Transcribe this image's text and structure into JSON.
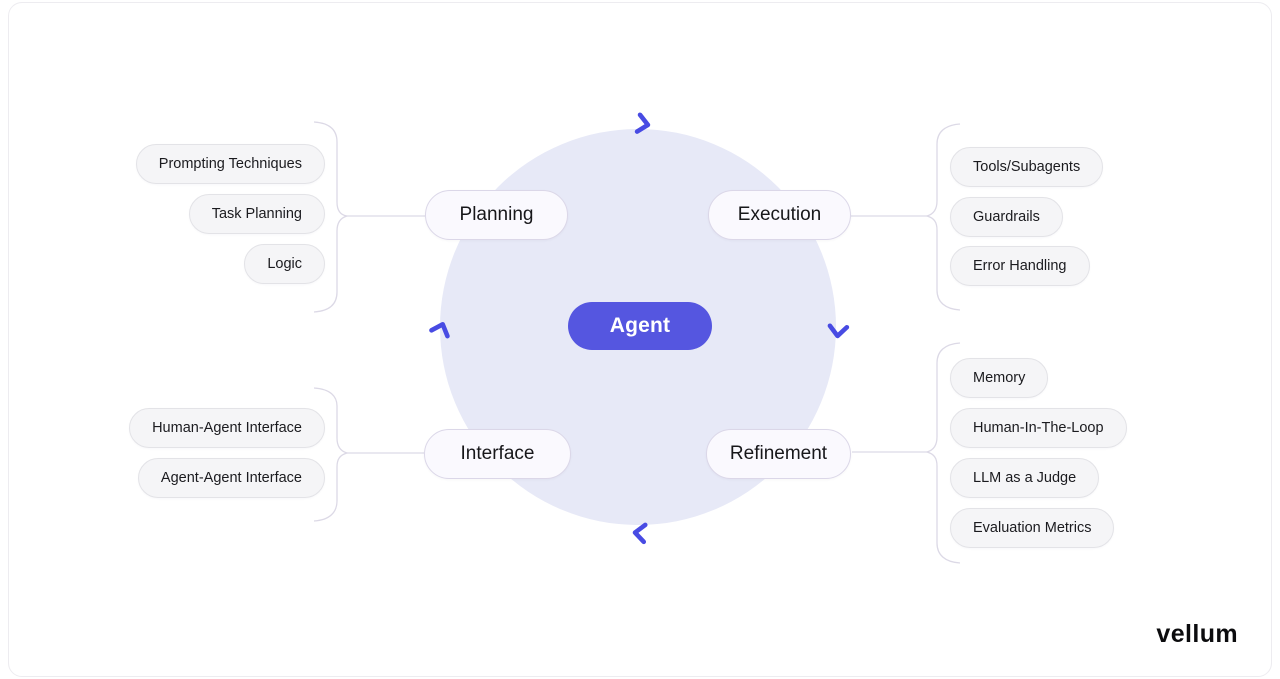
{
  "center": {
    "label": "Agent"
  },
  "branches": [
    {
      "label": "Planning",
      "items": [
        "Prompting Techniques",
        "Task Planning",
        "Logic"
      ]
    },
    {
      "label": "Execution",
      "items": [
        "Tools/Subagents",
        "Guardrails",
        "Error Handling"
      ]
    },
    {
      "label": "Interface",
      "items": [
        "Human-Agent Interface",
        "Agent-Agent Interface"
      ]
    },
    {
      "label": "Refinement",
      "items": [
        "Memory",
        "Human-In-The-Loop",
        "LLM as a Judge",
        "Evaluation Metrics"
      ]
    }
  ],
  "arrows": {
    "top": "chevron-right",
    "right": "chevron-down",
    "bottom": "chevron-left",
    "left": "chevron-up"
  },
  "logo": {
    "text": "vellum"
  },
  "colors": {
    "accent": "#5556E0",
    "arrow": "#484BE3",
    "circle_fill": "#E7E9F7",
    "node_fill": "#FAF9FE",
    "node_border": "#DBD7E8",
    "item_fill": "#F5F5F7",
    "item_border": "#E3E3E7",
    "connector": "#DCD9E6",
    "text": "#17171A"
  }
}
